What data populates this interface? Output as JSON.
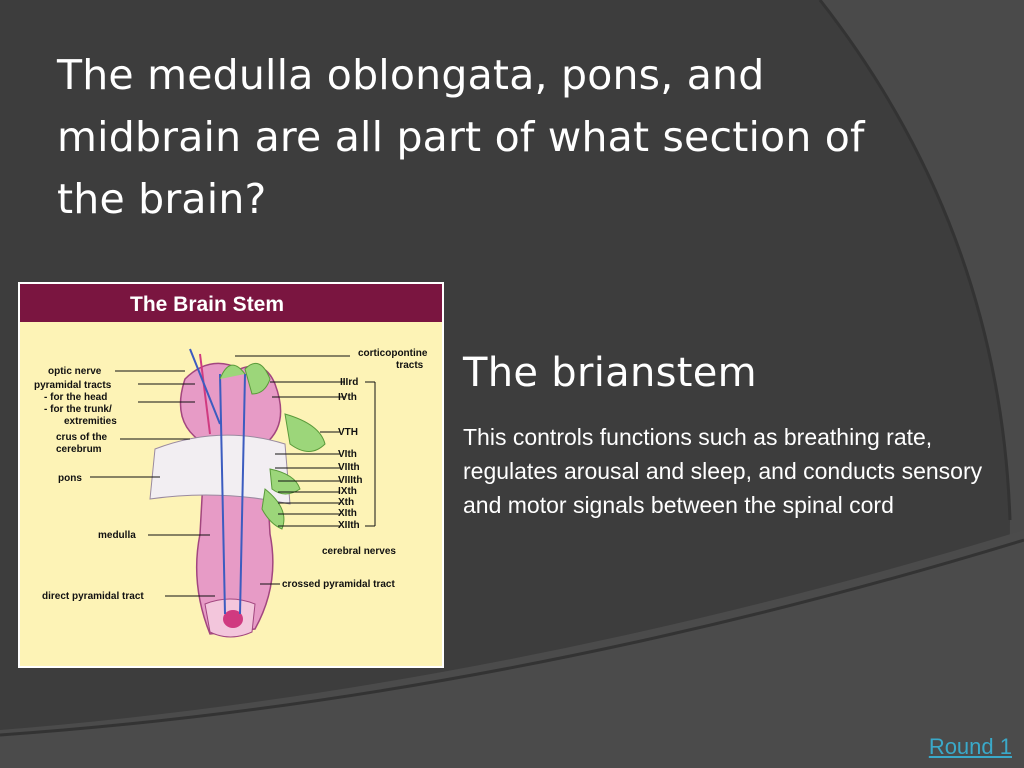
{
  "slide": {
    "title": "The medulla oblongata, pons, and midbrain are all part of what section of the brain?",
    "answer_heading": "The brianstem",
    "answer_body": "This controls functions such as breathing rate, regulates arousal and sleep, and conducts sensory and motor signals between the spinal cord",
    "nav_link": "Round 1"
  },
  "figure": {
    "banner": "The Brain Stem",
    "labels": {
      "optic_nerve": "optic nerve",
      "pyramidal_tracts": "pyramidal tracts",
      "for_head": "- for the head",
      "for_trunk": "- for the trunk/",
      "extremities": "extremities",
      "crus_1": "crus of the",
      "crus_2": "cerebrum",
      "pons": "pons",
      "medulla": "medulla",
      "direct_tract": "direct pyramidal tract",
      "corticopontine_1": "corticopontine",
      "corticopontine_2": "tracts",
      "n3": "IIIrd",
      "n4": "IVth",
      "n5": "VTH",
      "n6": "VIth",
      "n7": "VIIth",
      "n8": "VIIIth",
      "n9": "IXth",
      "n10": "Xth",
      "n11": "XIth",
      "n12": "XIIth",
      "cerebral_nerves": "cerebral nerves",
      "crossed_tract": "crossed pyramidal tract"
    }
  },
  "colors": {
    "background": "#404040",
    "banner": "#7a1540",
    "figure_bg": "#fdf3b6",
    "link": "#3aa9c9"
  }
}
